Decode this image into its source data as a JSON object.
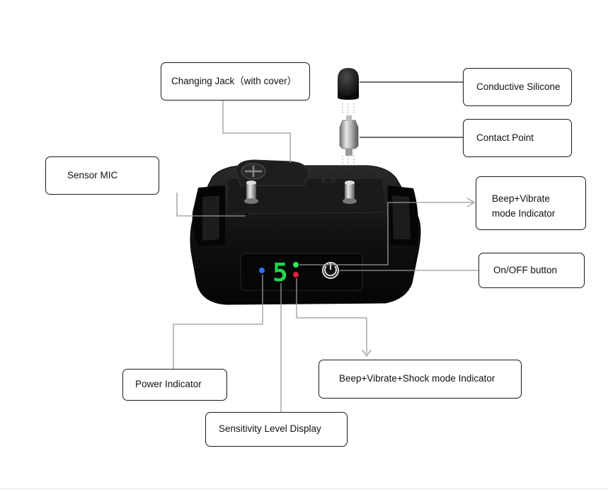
{
  "callouts": {
    "changing_jack": "Changing Jack（with cover）",
    "conductive_silicone": "Conductive Silicone",
    "contact_point": "Contact Point",
    "sensor_mic": "Sensor MIC",
    "beep_vibrate_line1": "Beep+Vibrate",
    "beep_vibrate_line2": "mode Indicator",
    "on_off_button": "On/OFF button",
    "power_indicator": "Power Indicator",
    "beep_vibrate_shock": "Beep+Vibrate+Shock mode Indicator",
    "sensitivity_display": "Sensitivity Level Display"
  },
  "device": {
    "display_digit": "5",
    "brand_text": "A...D"
  },
  "colors": {
    "device_body": "#141414",
    "digit": "#22d64a",
    "power_led": "#2f6dff",
    "green_led": "#2ee85a",
    "red_led": "#e8203a",
    "leader_line": "#9a9a9a"
  },
  "icons": [
    "power-icon",
    "arrow-down-icon",
    "arrow-right-icon"
  ]
}
